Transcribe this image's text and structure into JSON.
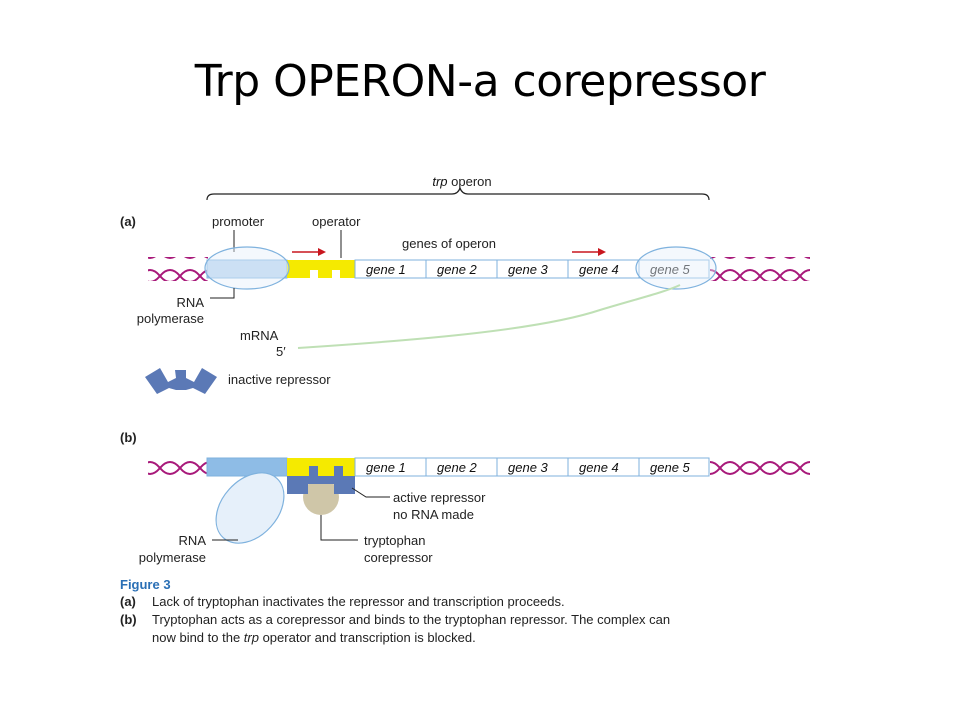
{
  "slide": {
    "title": "Trp OPERON-a corepressor"
  },
  "figure": {
    "operon_label_italic": "trp",
    "operon_label_rest": " operon",
    "panel_a": "(a)",
    "panel_b": "(b)",
    "promoter": "promoter",
    "operator": "operator",
    "genes_of_operon": "genes of operon",
    "genes": [
      "gene 1",
      "gene 2",
      "gene 3",
      "gene 4",
      "gene 5"
    ],
    "rna_line1": "RNA",
    "rna_line2": "polymerase",
    "mrna": "mRNA",
    "mrna_end": "5′",
    "inactive_repressor": "inactive repressor",
    "active_repressor_line1": "active repressor",
    "active_repressor_line2": "no RNA made",
    "tryptophan_line1": "tryptophan",
    "tryptophan_line2": "corepressor",
    "colors": {
      "dna_strand": "#a8197a",
      "promoter_box": "#b7d3ee",
      "operator_box": "#f5ea00",
      "repressor": "#5b79b6",
      "tryptophan": "#cfc6a8",
      "polymerase_fill": "#e6f0fa",
      "polymerase_stroke": "#7fb2de",
      "transcription_arrow": "#c8161e",
      "mrna_strand": "#bfe0b5"
    }
  },
  "caption": {
    "title": "Figure 3",
    "a_label": "(a)",
    "a_text": "Lack of tryptophan inactivates the repressor and transcription proceeds.",
    "b_label": "(b)",
    "b_text_line1": "Tryptophan acts as a corepressor and binds to the tryptophan repressor. The complex can",
    "b_text_line2_pre": "now bind to the ",
    "b_text_line2_italic": "trp",
    "b_text_line2_post": " operator and transcription is blocked."
  }
}
